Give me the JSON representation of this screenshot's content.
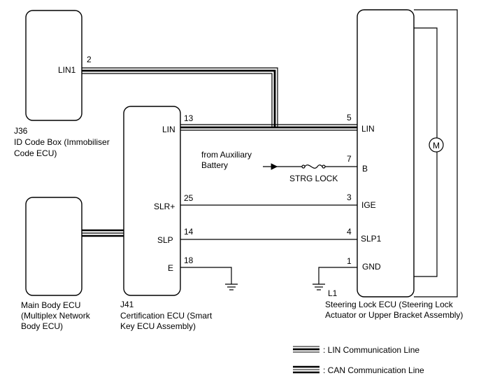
{
  "components": {
    "id_code_box": {
      "code": "J36",
      "name_line1": "ID Code Box (Immobiliser",
      "name_line2": "Code ECU)",
      "pins": [
        {
          "label": "LIN1",
          "number": "2"
        }
      ]
    },
    "certification_ecu": {
      "code": "J41",
      "name_line1": "Certification ECU (Smart",
      "name_line2": "Key ECU Assembly)",
      "pins": [
        {
          "label": "LIN",
          "number": "13"
        },
        {
          "label": "SLR+",
          "number": "25"
        },
        {
          "label": "SLP",
          "number": "14"
        },
        {
          "label": "E",
          "number": "18"
        }
      ]
    },
    "main_body_ecu": {
      "name_line1": "Main Body ECU",
      "name_line2": "(Multiplex Network",
      "name_line3": "Body ECU)"
    },
    "steering_lock_ecu": {
      "code": "L1",
      "name_line1": "Steering Lock ECU (Steering Lock",
      "name_line2": "Actuator or Upper Bracket Assembly)",
      "motor_symbol": "M",
      "pins": [
        {
          "label": "LIN",
          "number": "5"
        },
        {
          "label": "B",
          "number": "7"
        },
        {
          "label": "IGE",
          "number": "3"
        },
        {
          "label": "SLP1",
          "number": "4"
        },
        {
          "label": "GND",
          "number": "1"
        }
      ]
    }
  },
  "power": {
    "source_line1": "from Auxiliary",
    "source_line2": "Battery",
    "fuse_label": "STRG LOCK"
  },
  "legend": {
    "lin_label": ": LIN Communication Line",
    "can_label": ": CAN Communication Line"
  }
}
